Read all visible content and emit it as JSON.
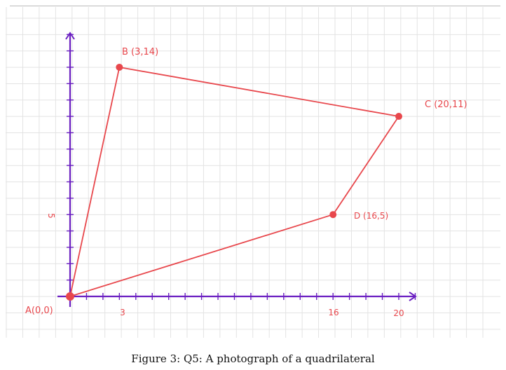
{
  "caption": "Figure 3: Q5: A photograph of a quadrilateral",
  "colors": {
    "shape": "#e8474c",
    "axes": "#6a1fc1",
    "grid": "#e3e3e3"
  },
  "chart_data": {
    "type": "scatter",
    "title": "",
    "xlabel": "",
    "ylabel": "",
    "x_tick_labels": [
      "3",
      "16",
      "20"
    ],
    "y_tick_labels": [
      "5"
    ],
    "xlim": [
      0,
      21
    ],
    "ylim": [
      0,
      16
    ],
    "grid": true,
    "series": [
      {
        "points": [
          {
            "id": "A",
            "label": "A(0,0)",
            "x": 0,
            "y": 0
          },
          {
            "id": "B",
            "label": "B (3,14)",
            "x": 3,
            "y": 14
          },
          {
            "id": "C",
            "label": "C (20,11)",
            "x": 20,
            "y": 11
          },
          {
            "id": "D",
            "label": "D (16,5)",
            "x": 16,
            "y": 5
          }
        ]
      }
    ],
    "edges": [
      [
        "A",
        "B"
      ],
      [
        "B",
        "C"
      ],
      [
        "C",
        "D"
      ],
      [
        "D",
        "A"
      ]
    ]
  }
}
